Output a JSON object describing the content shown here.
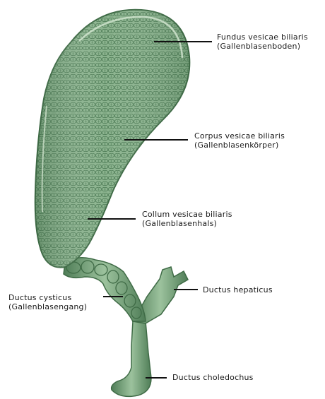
{
  "labels": {
    "fundus": {
      "latin": "Fundus vesicae biliaris",
      "german": "(Gallenblasenboden)"
    },
    "corpus": {
      "latin": "Corpus vesicae biliaris",
      "german": "(Gallenblasenkörper)"
    },
    "collum": {
      "latin": "Collum vesicae biliaris",
      "german": "(Gallenblasenhals)"
    },
    "cysticus": {
      "latin": "Ductus cysticus",
      "german": "(Gallenblasengang)"
    },
    "hepaticus": {
      "latin": "Ductus hepaticus"
    },
    "choledochus": {
      "latin": "Ductus choledochus"
    }
  },
  "colors": {
    "organ_fill": "#7fa983",
    "organ_dark": "#4f7d57",
    "organ_light": "#b9d4b7",
    "outline": "#3f6b46",
    "leader": "#111111"
  }
}
